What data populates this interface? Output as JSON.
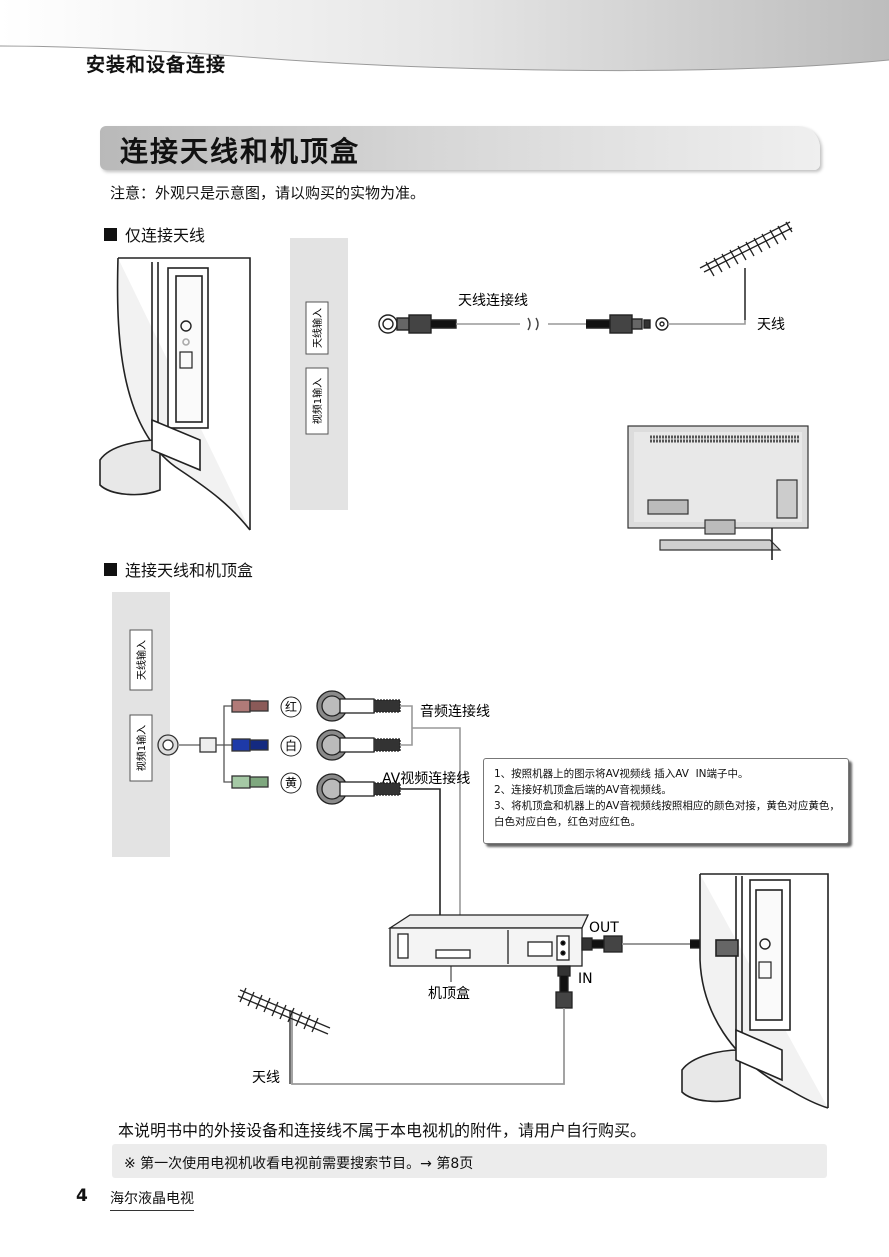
{
  "header": {
    "section": "安装和设备连接"
  },
  "title": "连接天线和机顶盒",
  "note": "注意：外观只是示意图，请以购买的实物为准。",
  "section1": {
    "heading": "仅连接天线",
    "panel_labels": [
      "天线输入",
      "视频1输入"
    ],
    "cable_label": "天线连接线",
    "antenna_label": "天线"
  },
  "section2": {
    "heading": "连接天线和机顶盒",
    "panel_labels": [
      "天线输入",
      "视频1输入"
    ],
    "connector_colors": [
      "红",
      "白",
      "黄"
    ],
    "audio_cable_label": "音频连接线",
    "video_cable_label": "AV视频连接线",
    "stb_label": "机顶盒",
    "out_label": "OUT",
    "in_label": "IN",
    "antenna_label": "天线",
    "instructions": [
      "1、按照机器上的图示将AV视频线 插入AV  IN端子中。",
      "2、连接好机顶盒后端的AV音视频线。",
      "3、将机顶盒和机器上的AV音视频线按照相应的颜色对接，黄色对应黄色，白色对应白色，红色对应红色。"
    ]
  },
  "footnote": "本说明书中的外接设备和连接线不属于本电视机的附件，请用户自行购买。",
  "hint": "※ 第一次使用电视机收看电视前需要搜索节目。→ 第8页",
  "footer": {
    "page_number": "4",
    "brand": "海尔液晶电视"
  },
  "colors": {
    "red_plug": "#b07a78",
    "blue_plug": "#1e3aa8",
    "green_plug": "#a5c9a5",
    "panel_gray": "#e2e2e2"
  }
}
